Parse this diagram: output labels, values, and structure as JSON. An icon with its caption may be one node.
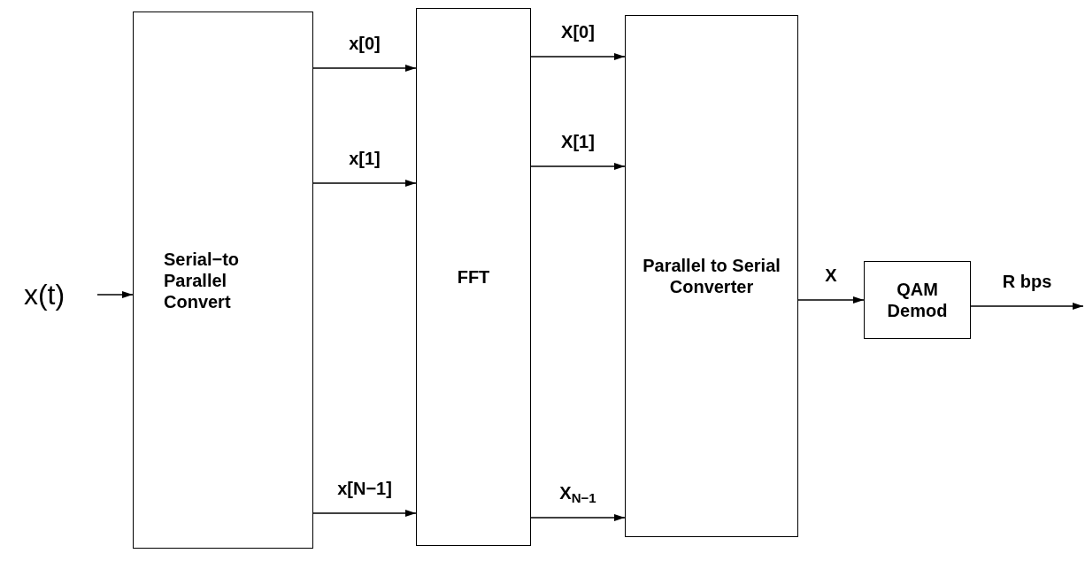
{
  "diagram": {
    "nodes": [
      {
        "text": [
          "x(t)"
        ]
      },
      {
        "text": [
          "Serial−to Parallel Convert"
        ]
      },
      {
        "text": [
          "FFT"
        ]
      },
      {
        "text": [
          "Parallel to Serial Converter"
        ]
      },
      {
        "text": [
          "QAM Demod"
        ]
      }
    ],
    "edges": [
      {
        "from": 0,
        "to": 1,
        "arrow": "to"
      },
      {
        "from": 1,
        "to": 2,
        "arrow": "to",
        "label": "x[0]"
      },
      {
        "from": 1,
        "to": 2,
        "arrow": "to",
        "label": "x[1]"
      },
      {
        "from": 1,
        "to": 2,
        "arrow": "to",
        "label": "x[N−1]"
      },
      {
        "from": 2,
        "to": 3,
        "arrow": "to",
        "label": "X[0]"
      },
      {
        "from": 2,
        "to": 3,
        "arrow": "to",
        "label": "X[1]"
      },
      {
        "from": 2,
        "to": 3,
        "arrow": "to",
        "label": "X$_{N−1}$"
      },
      {
        "from": 3,
        "to": 4,
        "arrow": "to",
        "label": "X"
      },
      {
        "from": 4,
        "to": null,
        "arrow": "to",
        "label": "R bps"
      }
    ]
  }
}
